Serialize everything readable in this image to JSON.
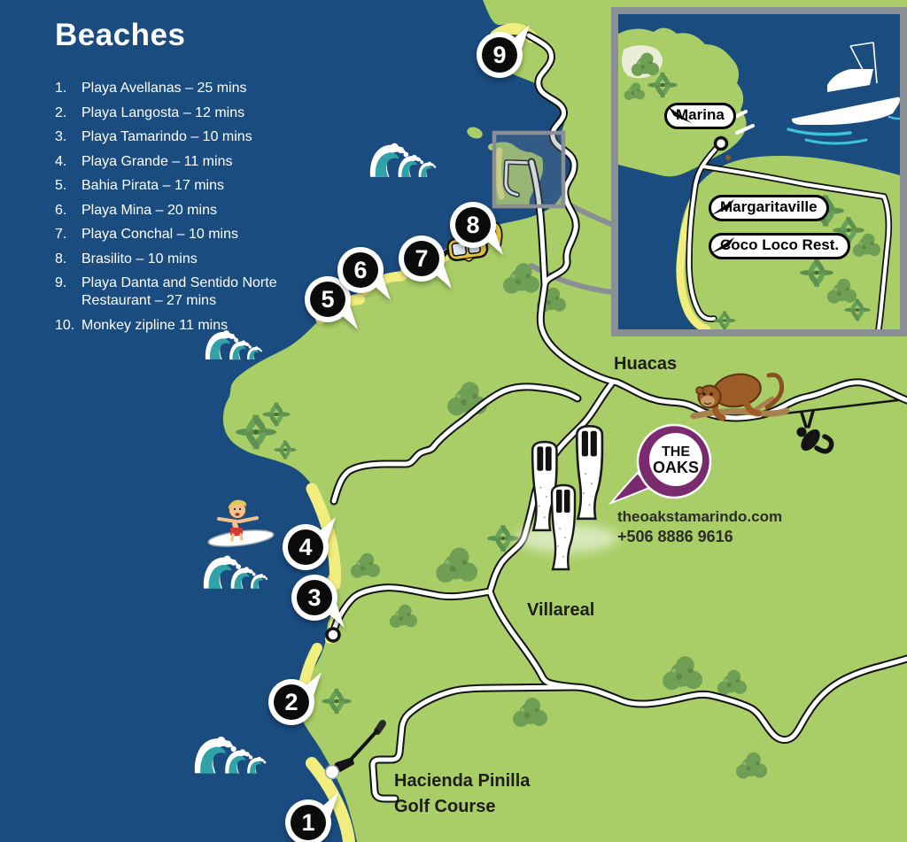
{
  "legend": {
    "title": "Beaches",
    "items": [
      {
        "num": "1.",
        "text": "Playa Avellanas – 25 mins"
      },
      {
        "num": "2.",
        "text": "Playa Langosta – 12 mins"
      },
      {
        "num": "3.",
        "text": "Playa Tamarindo – 10 mins"
      },
      {
        "num": "4.",
        "text": "Playa Grande – 11 mins"
      },
      {
        "num": "5.",
        "text": "Bahia Pirata – 17 mins"
      },
      {
        "num": "6.",
        "text": "Playa Mina – 20 mins"
      },
      {
        "num": "7.",
        "text": "Playa Conchal – 10 mins"
      },
      {
        "num": "8.",
        "text": "Brasilito – 10 mins"
      },
      {
        "num": "9.",
        "text": "Playa Danta and Sentido Norte Restaurant – 27 mins"
      },
      {
        "num": "10.",
        "text": "Monkey zipline 11 mins"
      }
    ]
  },
  "places": {
    "huacas": "Huacas",
    "villareal": "Villareal",
    "golf_line1": "Hacienda Pinilla",
    "golf_line2": "Golf Course"
  },
  "oaks": {
    "line1": "THE",
    "line2": "OAKS",
    "website": "theoakstamarindo.com",
    "phone": "+506 8886 9616"
  },
  "inset_labels": {
    "marina": "Marina",
    "margaritaville": "Margaritaville",
    "coco_loco": "Coco Loco Rest."
  },
  "markers": [
    {
      "n": "1"
    },
    {
      "n": "2"
    },
    {
      "n": "3"
    },
    {
      "n": "4"
    },
    {
      "n": "5"
    },
    {
      "n": "6"
    },
    {
      "n": "7"
    },
    {
      "n": "8"
    },
    {
      "n": "9"
    }
  ],
  "colors": {
    "ocean": "#1A4C80",
    "land": "#A9CE67",
    "beach": "#F2EE7E",
    "road_fill": "#FFFFFF",
    "road_outline": "#131313",
    "gray": "#8A8F96",
    "oaks_purple": "#7A2B6F",
    "wave_teal": "#2FA3A8",
    "tree": "#6F9F55"
  }
}
